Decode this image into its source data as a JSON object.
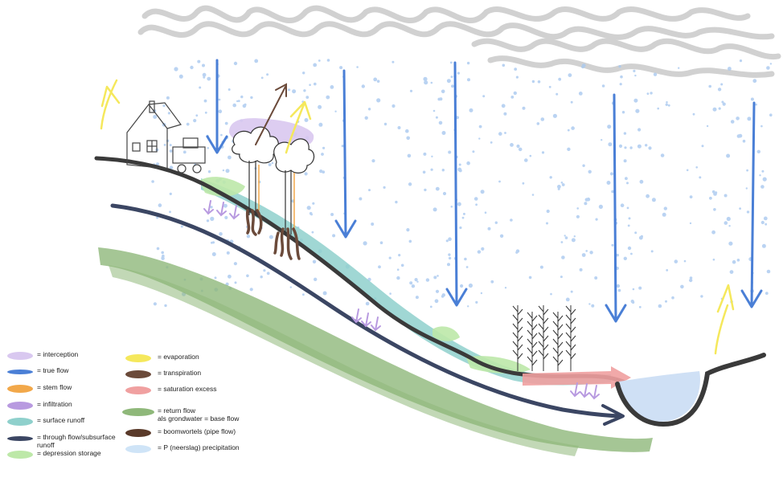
{
  "legend_left": [
    {
      "swatch": "#d9c8f0",
      "label": "= interception",
      "name": "legend-interception"
    },
    {
      "swatch": "#4a7fd6",
      "label": "= true flow",
      "name": "legend-true-flow"
    },
    {
      "swatch": "#f2a84a",
      "label": "= stem flow",
      "name": "legend-stem-flow"
    },
    {
      "swatch": "#b89ae0",
      "label": "= infiltration",
      "name": "legend-infiltration"
    },
    {
      "swatch": "#8fd0cc",
      "label": "= surface runoff",
      "name": "legend-surface-runoff"
    },
    {
      "swatch": "#3b4663",
      "label": "= through flow/subsurface\nrunoff",
      "name": "legend-through-flow"
    },
    {
      "swatch": "#bde8a8",
      "label": "= depression storage",
      "name": "legend-depression-storage"
    }
  ],
  "legend_right": [
    {
      "swatch": "#f5e85c",
      "label": "= evaporation",
      "name": "legend-evaporation"
    },
    {
      "swatch": "#6b4a3a",
      "label": "= transpiration",
      "name": "legend-transpiration"
    },
    {
      "swatch": "#f0a0a0",
      "label": "= saturation excess",
      "name": "legend-saturation-excess"
    },
    {
      "swatch": "#8fb87a",
      "label": "= return flow\nals grondwater = base flow",
      "name": "legend-return-flow"
    },
    {
      "swatch": "#5a3a2a",
      "label": "= boomwortels (pipe flow)",
      "name": "legend-boomwortels"
    },
    {
      "swatch": "#cfe4f7",
      "label": "= P (neerslag) precipitation",
      "name": "legend-precipitation"
    }
  ],
  "colors": {
    "cloud": "#c9c9c9",
    "rain_dots": "#a9c9ef",
    "true_flow": "#4a7fd6",
    "ground_line": "#3a3a3a",
    "subsurface": "#3b4663",
    "groundwater": "#8fb87a",
    "surface_runoff": "#8fd0cc",
    "depression": "#bde8a8",
    "interception": "#d9c8f0",
    "infiltration": "#b89ae0",
    "evaporation": "#f5e85c",
    "stem_flow": "#f2a84a",
    "roots": "#6b4a3a",
    "saturation": "#f0a0a0",
    "lake": "#cfe0f5"
  }
}
